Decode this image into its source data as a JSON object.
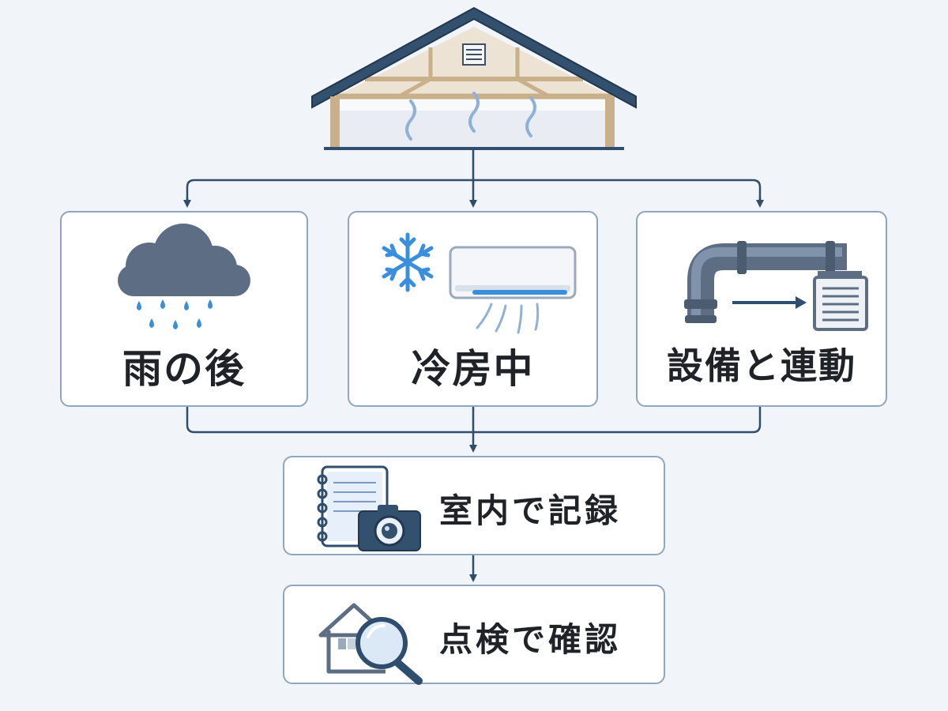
{
  "colors": {
    "background": "#f1f4f8",
    "card_border": "#8ea6c0",
    "connector": "#2f4d6c",
    "roof": "#34506f",
    "icon_dark": "#5d6e84",
    "accent_blue": "#3a8fdc",
    "text": "#1f2328"
  },
  "nodes": {
    "after_rain": {
      "label": "雨の後",
      "icon": "rain-cloud-icon"
    },
    "cooling": {
      "label": "冷房中",
      "icon": "air-conditioner-icon"
    },
    "equipment": {
      "label": "設備と連動",
      "icon": "pipe-duct-icon"
    },
    "record": {
      "label": "室内で記録",
      "icon": "notebook-camera-icon"
    },
    "inspect": {
      "label": "点検で確認",
      "icon": "house-magnifier-icon"
    }
  },
  "header_icon": "attic-house-icon"
}
